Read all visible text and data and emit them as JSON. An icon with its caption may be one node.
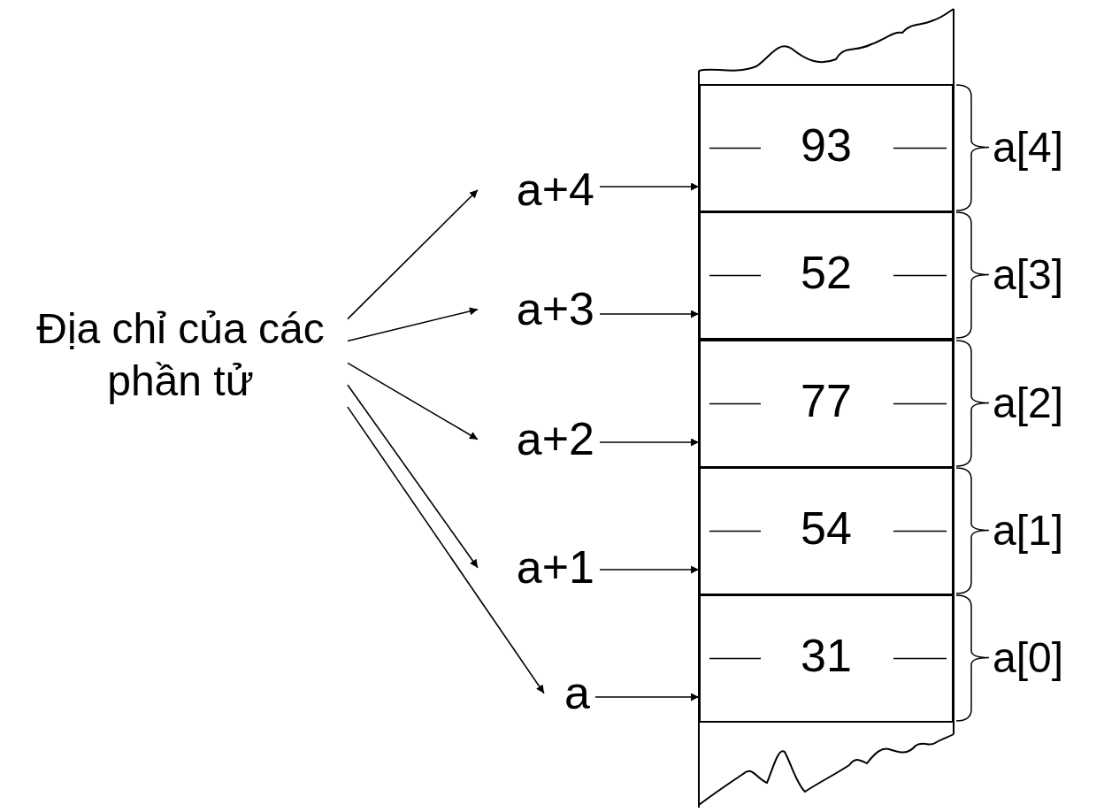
{
  "diagram": {
    "nodes": [
      {
        "text": [
          "Địa chỉ của các phần tử"
        ]
      },
      {
        "text": [
          "a+4"
        ]
      },
      {
        "text": [
          "a+3"
        ]
      },
      {
        "text": [
          "a+2"
        ]
      },
      {
        "text": [
          "a+1"
        ]
      },
      {
        "text": [
          "a"
        ]
      },
      {
        "text": [],
        "shape": "box"
      },
      {
        "text": [
          "93"
        ],
        "in": 6
      },
      {
        "text": [
          "52"
        ],
        "in": 6
      },
      {
        "text": [
          "77"
        ],
        "in": 6
      },
      {
        "text": [
          "54"
        ],
        "in": 6
      },
      {
        "text": [
          "31"
        ],
        "in": 6
      }
    ],
    "edges": [
      {
        "from": 0,
        "to": 1,
        "arrow": "to"
      },
      {
        "from": 0,
        "to": 2,
        "arrow": "to"
      },
      {
        "from": 0,
        "to": 3,
        "arrow": "to"
      },
      {
        "from": 0,
        "to": 4,
        "arrow": "to"
      },
      {
        "from": 0,
        "to": 5,
        "arrow": "to"
      },
      {
        "from": 1,
        "to": 7,
        "arrow": "to"
      },
      {
        "from": 2,
        "to": 8,
        "arrow": "to"
      },
      {
        "from": 3,
        "to": 9,
        "arrow": "to"
      },
      {
        "from": 4,
        "to": 10,
        "arrow": "to"
      },
      {
        "from": 5,
        "to": 11,
        "arrow": "to"
      }
    ],
    "labels": [
      "a[4]",
      "a[3]",
      "a[2]",
      "a[1]",
      "a[0]"
    ]
  }
}
